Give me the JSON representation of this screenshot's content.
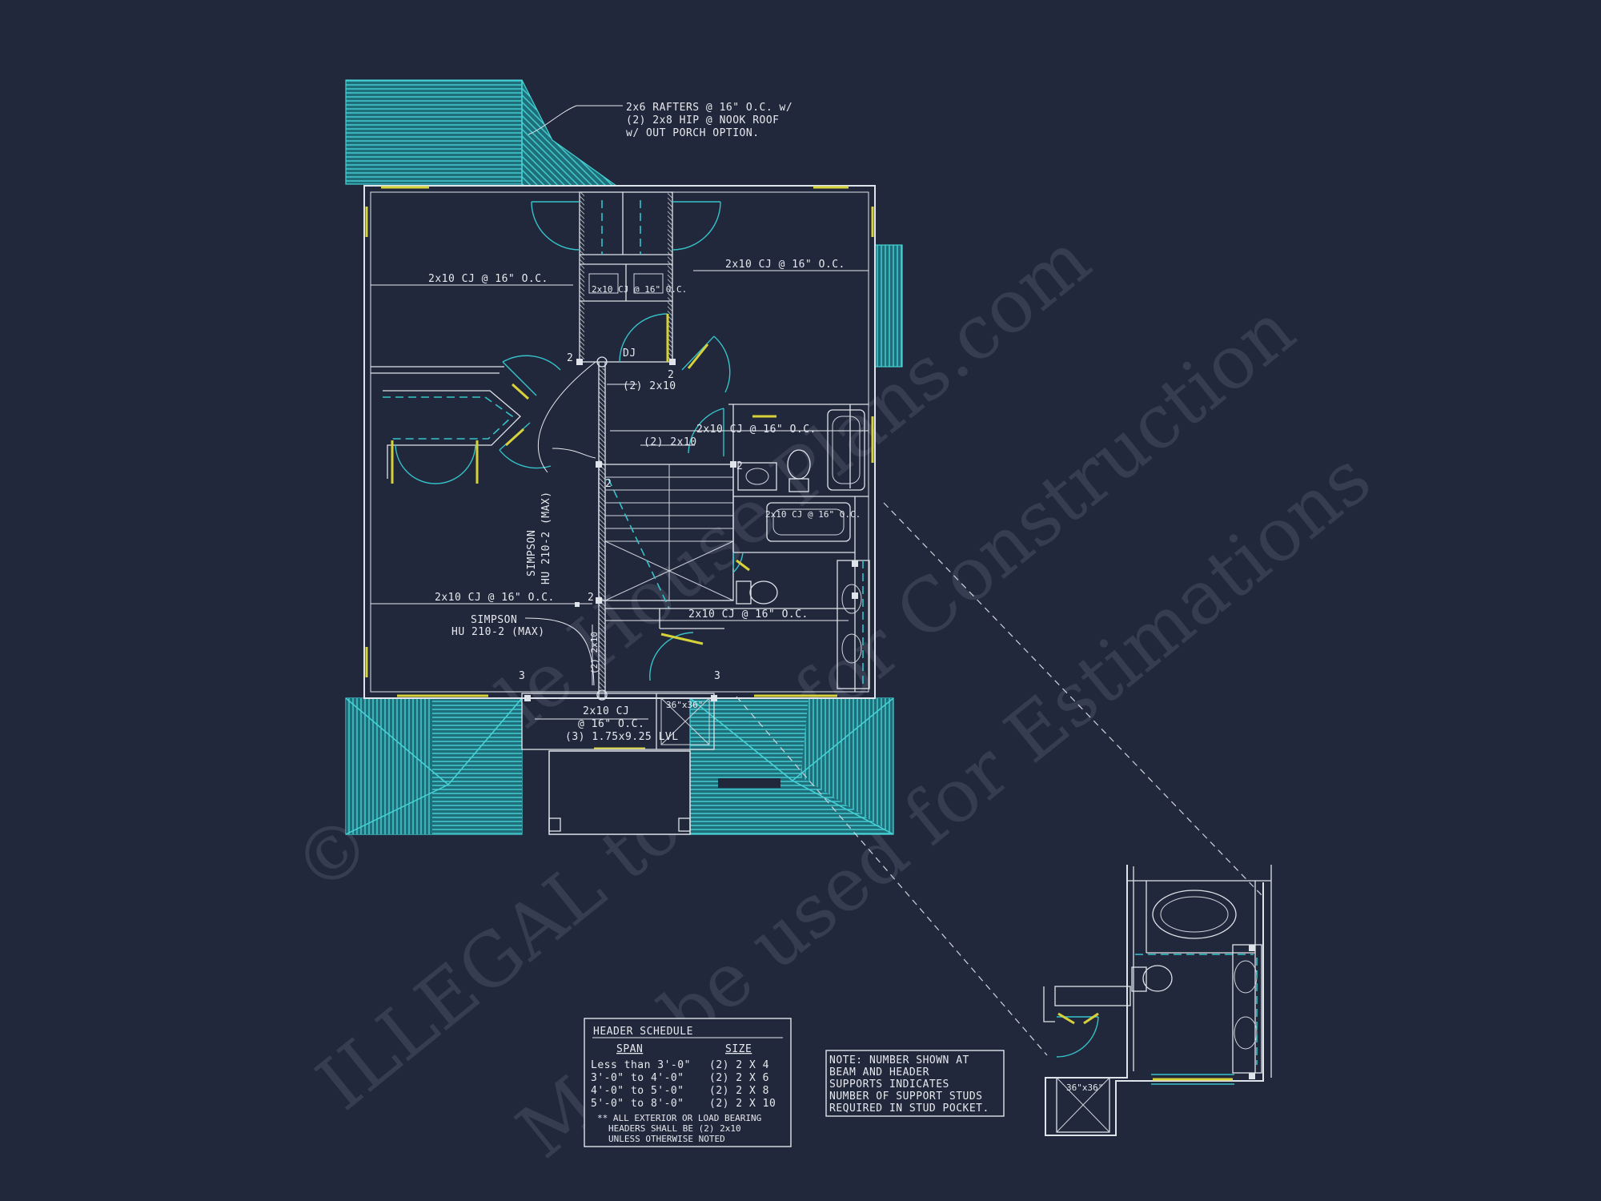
{
  "watermark": {
    "line1": "© Whole House Plans.com",
    "line2": "ILLEGAL to use for Construction",
    "line3": "May be used for Estimations"
  },
  "notes": {
    "rafters": [
      "2x6 RAFTERS @ 16\" O.C. w/",
      "(2) 2x8 HIP @ NOOK ROOF",
      "w/ OUT PORCH OPTION."
    ]
  },
  "labels": {
    "cj_top_left": "2x10 CJ @ 16\" O.C.",
    "cj_top_right": "2x10 CJ @ 16\" O.C.",
    "cj_closet": "2x10 CJ @ 16\" O.C.",
    "dj": "DJ",
    "header_2x10_a": "(2) 2x10",
    "cj_mid_right": "2x10 CJ @ 16\" O.C.",
    "header_2x10_b": "(2) 2x10",
    "cj_bath": "2x10 CJ @ 16\" O.C.",
    "simpson_vertical": [
      "SIMPSON",
      "HU 210-2 (MAX)"
    ],
    "cj_lower_left": "2x10 CJ @ 16\" O.C.",
    "cj_lower_right": "2x10 CJ @ 16\" O.C.",
    "simpson_horizontal": [
      "SIMPSON",
      "HU 210-2 (MAX)"
    ],
    "header_2x10_vert": "(2) 2x10",
    "cj_bottom": [
      "2x10 CJ",
      "@ 16\" O.C."
    ],
    "lvl": "(3) 1.75x9.25 LVL",
    "shower": "36\"x36\"",
    "stud_counts": [
      "2",
      "2",
      "2",
      "2",
      "2",
      "3",
      "3"
    ]
  },
  "header_schedule": {
    "title": "HEADER SCHEDULE",
    "col_span": "SPAN",
    "col_size": "SIZE",
    "rows": [
      {
        "span": "Less than 3'-0\"",
        "size": "(2) 2 X 4"
      },
      {
        "span": "3'-0\" to 4'-0\"",
        "size": "(2) 2 X 6"
      },
      {
        "span": "4'-0\" to 5'-0\"",
        "size": "(2) 2 X 8"
      },
      {
        "span": "5'-0\" to 8'-0\"",
        "size": "(2) 2 X 10"
      }
    ],
    "footnote": [
      "** ALL EXTERIOR OR LOAD BEARING",
      "HEADERS SHALL BE (2) 2x10",
      "UNLESS OTHERWISE NOTED"
    ]
  },
  "note": {
    "lines": [
      "NOTE: NUMBER SHOWN AT",
      "BEAM AND HEADER",
      "SUPPORTS INDICATES",
      "NUMBER OF SUPPORT STUDS",
      "REQUIRED IN STUD POCKET."
    ]
  },
  "detail": {
    "shower": "36\"x36\""
  },
  "colors": {
    "background": "#22283b",
    "line": "#dfe3ea",
    "accent_cyan": "#35c2c9",
    "window_yellow": "#d8d23a"
  }
}
